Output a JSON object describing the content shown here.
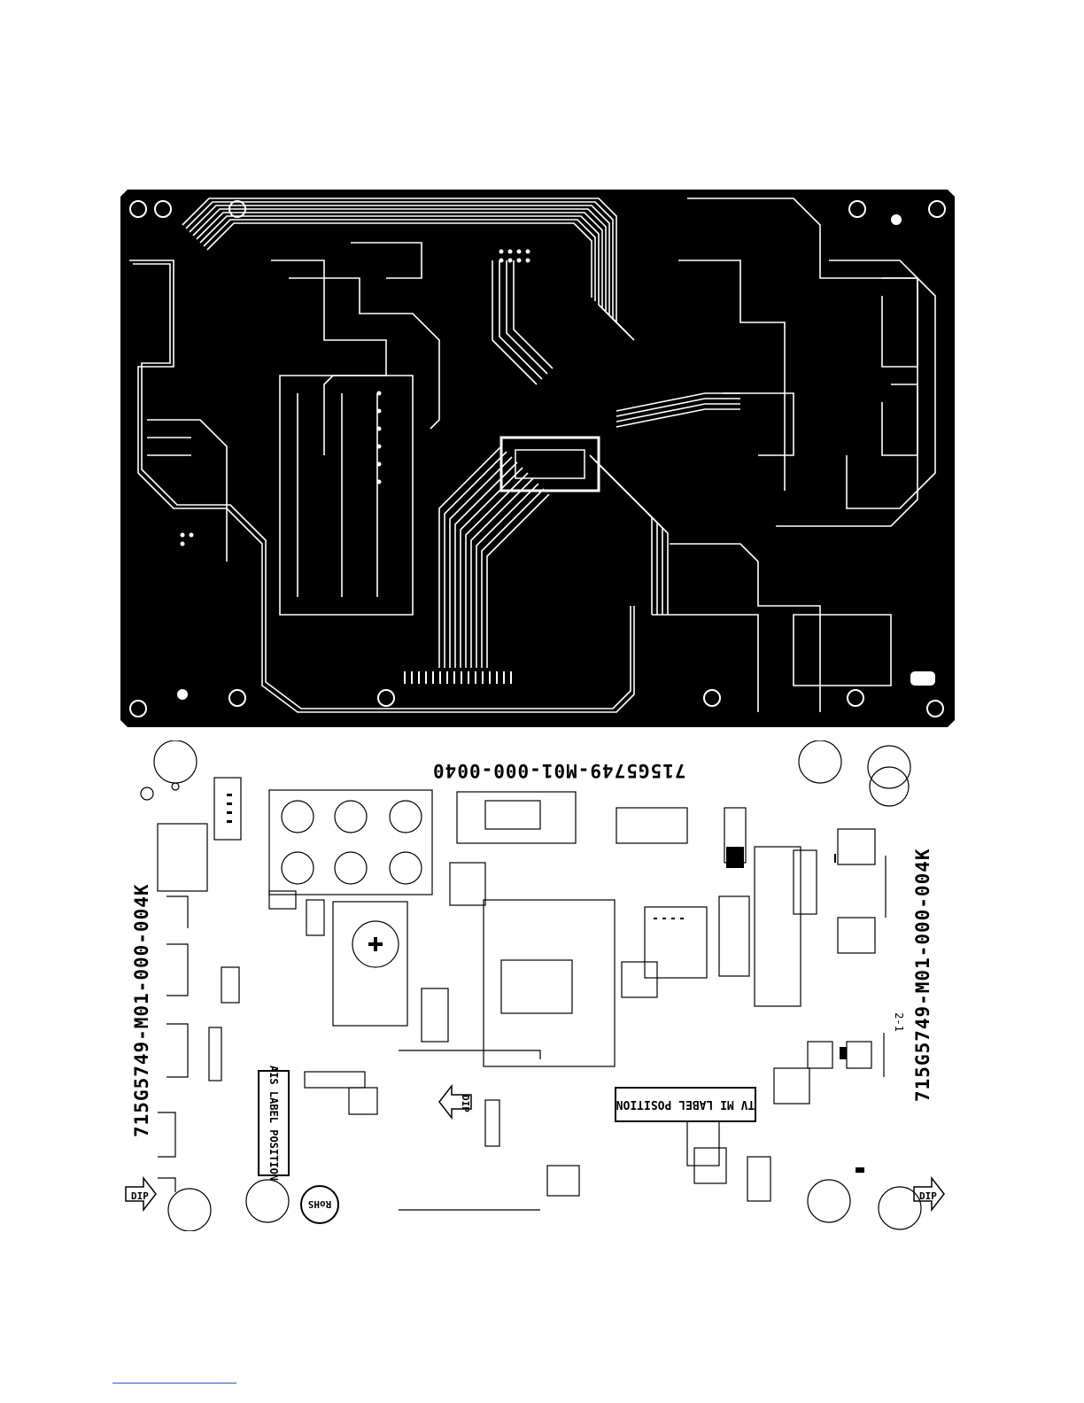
{
  "board": {
    "part_number": "715G5749-M01-000-004K",
    "part_number_top": "715G5749-M01-000-0040",
    "tv_label": "TV MI LABEL POSITION",
    "ais_label": "AIS LABEL POSITION",
    "rohs": "RoHS",
    "dip_label": "DIP",
    "version_mark": "2-1"
  }
}
